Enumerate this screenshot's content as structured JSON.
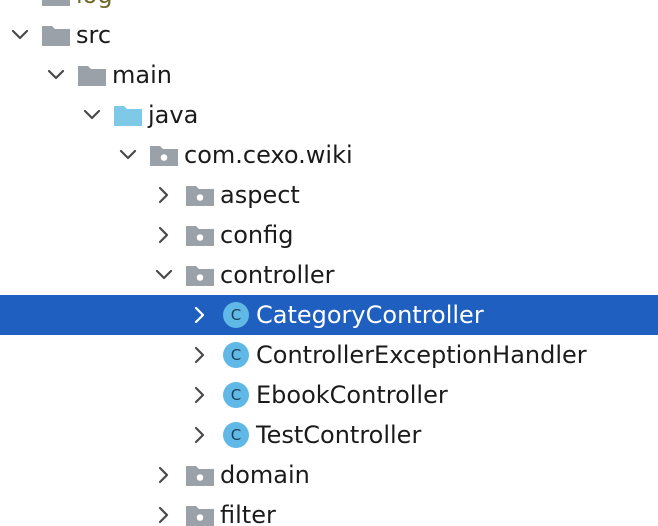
{
  "project_tree": {
    "nodes": [
      {
        "label": "log",
        "state": "expanded",
        "icon": "folder-icon",
        "indent": 0,
        "partial": true
      },
      {
        "label": "src",
        "state": "expanded",
        "icon": "folder-icon",
        "indent": 0
      },
      {
        "label": "main",
        "state": "expanded",
        "icon": "folder-icon",
        "indent": 1
      },
      {
        "label": "java",
        "state": "expanded",
        "icon": "source-root-folder-icon",
        "indent": 2
      },
      {
        "label": "com.cexo.wiki",
        "state": "expanded",
        "icon": "package-icon",
        "indent": 3
      },
      {
        "label": "aspect",
        "state": "collapsed",
        "icon": "package-icon",
        "indent": 4
      },
      {
        "label": "config",
        "state": "collapsed",
        "icon": "package-icon",
        "indent": 4
      },
      {
        "label": "controller",
        "state": "expanded",
        "icon": "package-icon",
        "indent": 4
      },
      {
        "label": "CategoryController",
        "state": "collapsed",
        "icon": "java-class-icon",
        "badge": "C",
        "indent": 5,
        "selected": true
      },
      {
        "label": "ControllerExceptionHandler",
        "state": "collapsed",
        "icon": "java-class-icon",
        "badge": "C",
        "indent": 5
      },
      {
        "label": "EbookController",
        "state": "collapsed",
        "icon": "java-class-icon",
        "badge": "C",
        "indent": 5
      },
      {
        "label": "TestController",
        "state": "collapsed",
        "icon": "java-class-icon",
        "badge": "C",
        "indent": 5
      },
      {
        "label": "domain",
        "state": "collapsed",
        "icon": "package-icon",
        "indent": 4
      },
      {
        "label": "filter",
        "state": "collapsed",
        "icon": "package-icon",
        "indent": 4
      }
    ]
  },
  "colors": {
    "selection": "#1f5fbf",
    "folder": "#9aa1a8",
    "source_root": "#7ec8e8",
    "class_badge": "#5fb8e6"
  }
}
